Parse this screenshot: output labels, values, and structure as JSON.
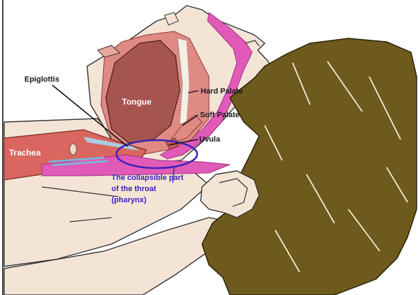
{
  "labels": {
    "epiglottis": "Epiglottis",
    "tongue": "Tongue",
    "hard_palate": "Hard Palate",
    "soft_palate": "Soft Palate",
    "uvula": "Uvula",
    "trachea": "Trachea",
    "pharynx_line1": "The collapsible part",
    "pharynx_line2": "of the throat",
    "pharynx_line3": "(pharynx)"
  },
  "colors": {
    "skin": "#f4e4d6",
    "hair": "#6e5a1c",
    "tongue": "#a5544f",
    "tissue": "#e08a84",
    "airway": "#e25ab8",
    "highlight": "#3b24b8"
  }
}
